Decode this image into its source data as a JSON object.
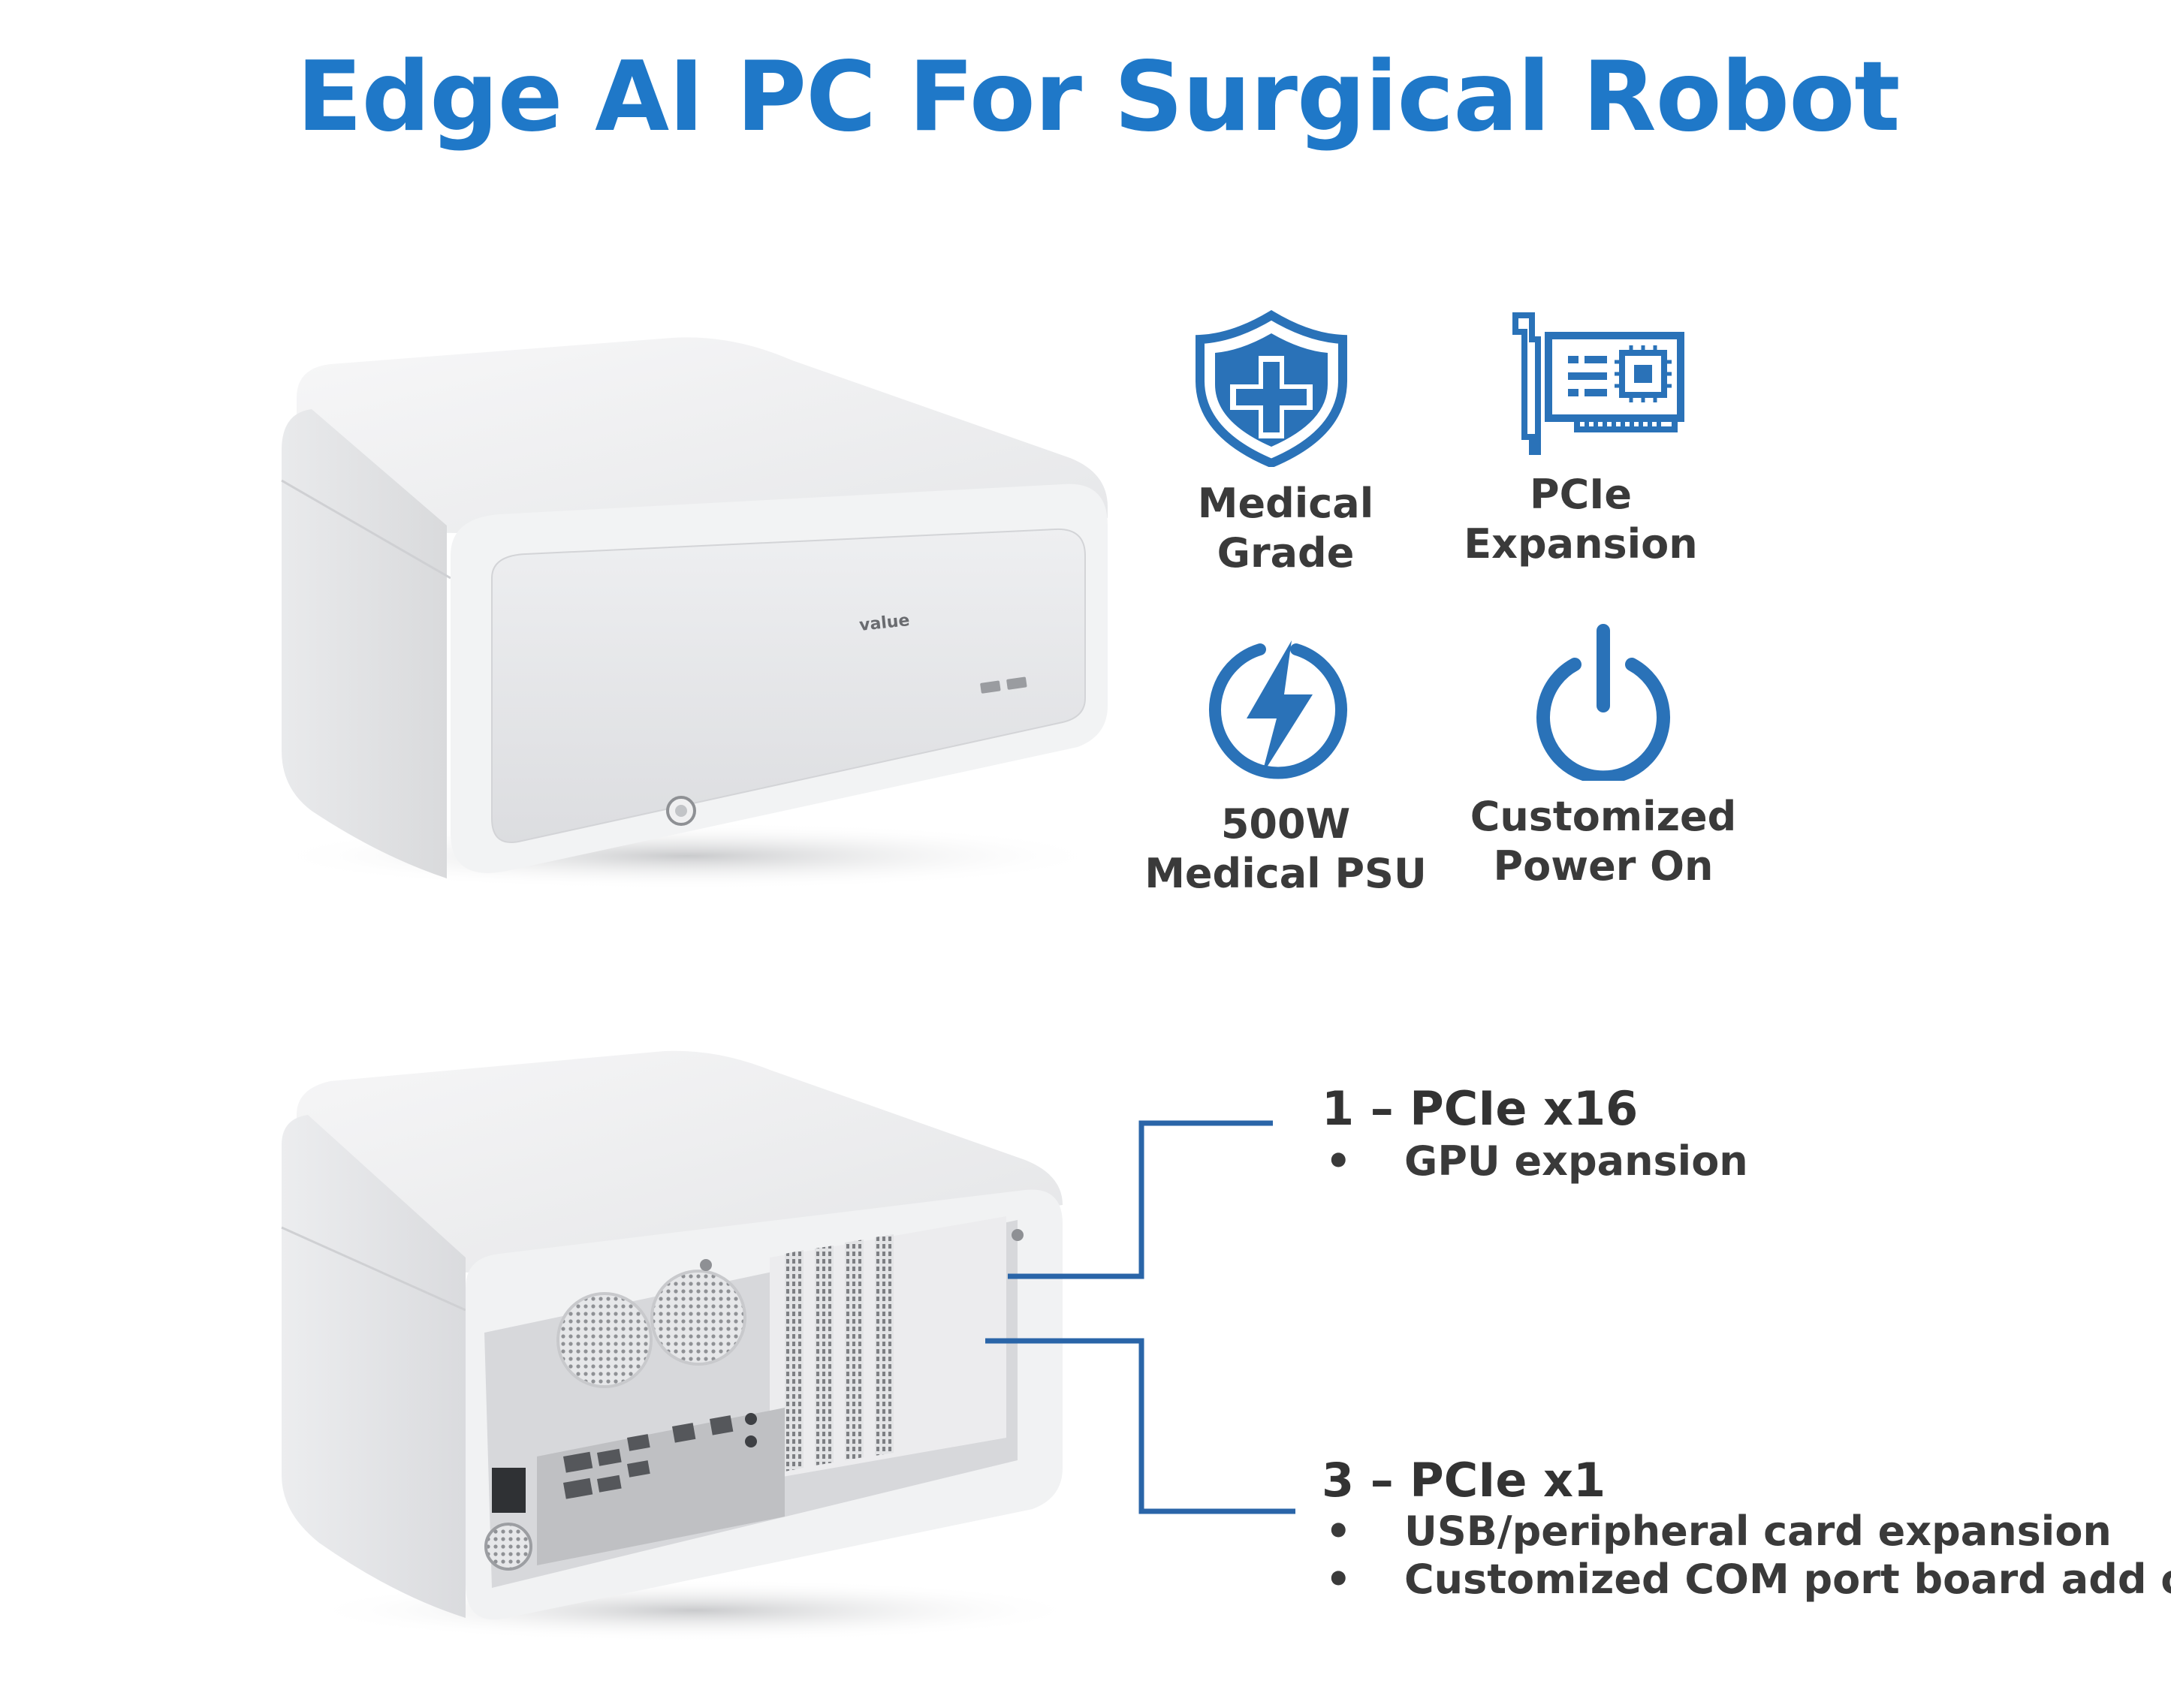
{
  "title": "Edge AI PC For Surgical Robot",
  "brand_logo_text": "value",
  "colors": {
    "accent": "#1f78c8",
    "icon": "#2a72b8",
    "text": "#3a3a3a",
    "callout_line": "#2a65a8"
  },
  "features": [
    {
      "icon": "shield-plus-icon",
      "line1": "Medical",
      "line2": "Grade"
    },
    {
      "icon": "pcie-card-icon",
      "line1": "PCIe",
      "line2": "Expansion"
    },
    {
      "icon": "lightning-bolt-icon",
      "line1": "500W",
      "line2": "Medical PSU"
    },
    {
      "icon": "power-icon",
      "line1": "Customized",
      "line2": "Power On"
    }
  ],
  "specs": [
    {
      "title": "1 – PCIe x16",
      "items": [
        "GPU expansion"
      ]
    },
    {
      "title": "3 – PCIe x1",
      "items": [
        "USB/peripheral card expansion",
        "Customized COM port board add on"
      ]
    }
  ],
  "bullet_glyph": "•"
}
